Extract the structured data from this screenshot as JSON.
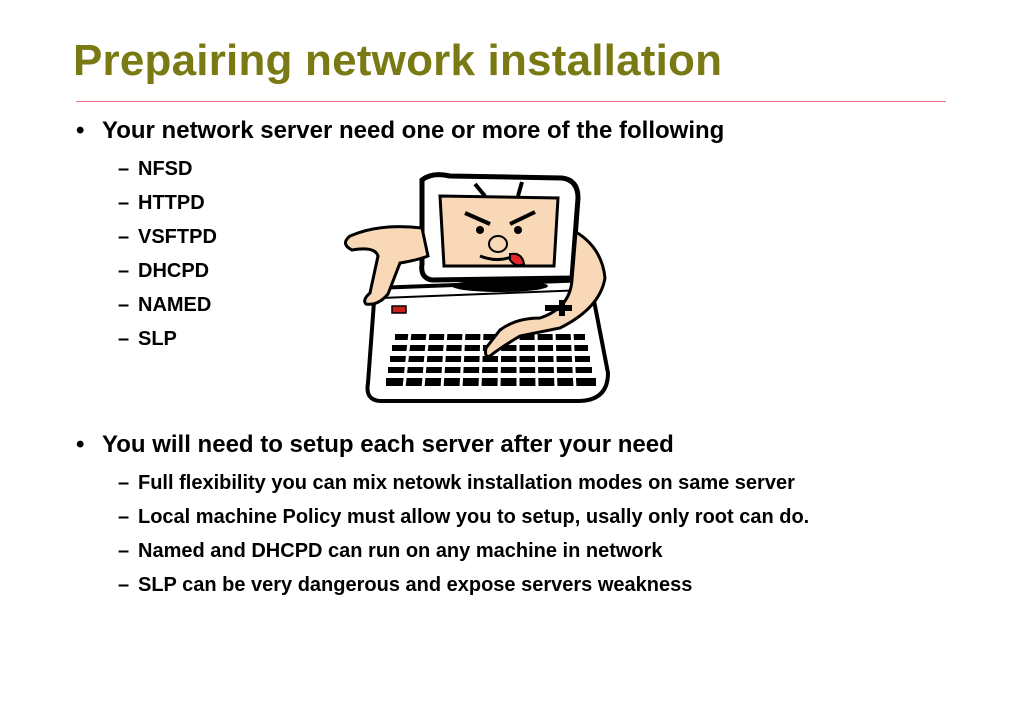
{
  "slide": {
    "title": "Prepairing network installation",
    "bullets": [
      {
        "text": "Your network server need one or more of the following",
        "items": [
          "NFSD",
          "HTTPD",
          "VSFTPD",
          "DHCPD",
          "NAMED",
          "SLP"
        ]
      },
      {
        "text": "You will need to setup each server after your need",
        "items": [
          "Full flexibility you can mix netowk installation modes on same server",
          "Local machine Policy must allow you to setup, usally only root can do.",
          "Named and DHCPD can run on any machine in network",
          "SLP can be very dangerous and expose servers weakness"
        ]
      }
    ],
    "bullet_glyph": "•",
    "dash_glyph": "–"
  },
  "colors": {
    "title": "#7a7a14",
    "rule": "#e8728a",
    "text": "#000000",
    "skin": "#f9d8b8",
    "tongue": "#e0282c"
  },
  "clipart": {
    "icon": "angry-computer-typing-icon"
  }
}
